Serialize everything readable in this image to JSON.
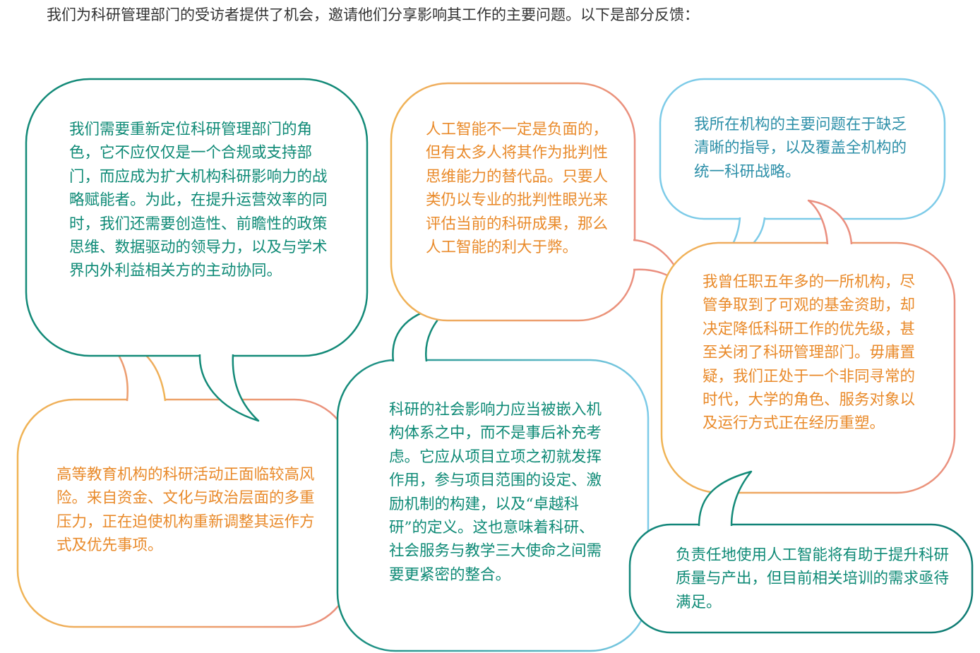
{
  "intro_text": "我们为科研管理部门的受访者提供了机会，邀请他们分享影响其工作的主要问题。以下是部分反馈：",
  "colors": {
    "teal": "#138a78",
    "orange": "#f0b455",
    "salmon": "#ea8f7f",
    "sky_blue": "#7dcbe8",
    "text_teal": "#0e8a76",
    "text_orange": "#e98a2a",
    "text_blue": "#2c8fa8"
  },
  "quotes": {
    "reposition": "我们需要重新定位科研管理部门的角色，它不应仅仅是一个合规或支持部门，而应成为扩大机构科研影响力的战略赋能者。为此，在提升运营效率的同时，我们还需要创造性、前瞻性的政策思维、数据驱动的领导力，以及与学术界内外利益相关方的主动协同。",
    "ai_not_negative": "人工智能不一定是负面的，但有太多人将其作为批判性思维能力的替代品。只要人类仍以专业的批判性眼光来评估当前的科研成果，那么人工智能的利大于弊。",
    "lack_guidance": "我所在机构的主要问题在于缺乏清晰的指导，以及覆盖全机构的统一科研战略。",
    "former_institution": "我曾任职五年多的一所机构，尽管争取到了可观的基金资助，却决定降低科研工作的优先级，甚至关闭了科研管理部门。毋庸置疑，我们正处于一个非同寻常的时代，大学的角色、服务对象以及运行方式正在经历重塑。",
    "high_risk": "高等教育机构的科研活动正面临较高风险。来自资金、文化与政治层面的多重压力，正在迫使机构重新调整其运作方式及优先事项。",
    "social_impact": "科研的社会影响力应当被嵌入机构体系之中，而不是事后补充考虑。它应从项目立项之初就发挥作用，参与项目范围的设定、激励机制的构建，以及“卓越科研”的定义。这也意味着科研、社会服务与教学三大使命之间需要更紧密的整合。",
    "responsible_ai": "负责任地使用人工智能将有助于提升科研质量与产出，但目前相关培训的需求亟待满足。"
  }
}
